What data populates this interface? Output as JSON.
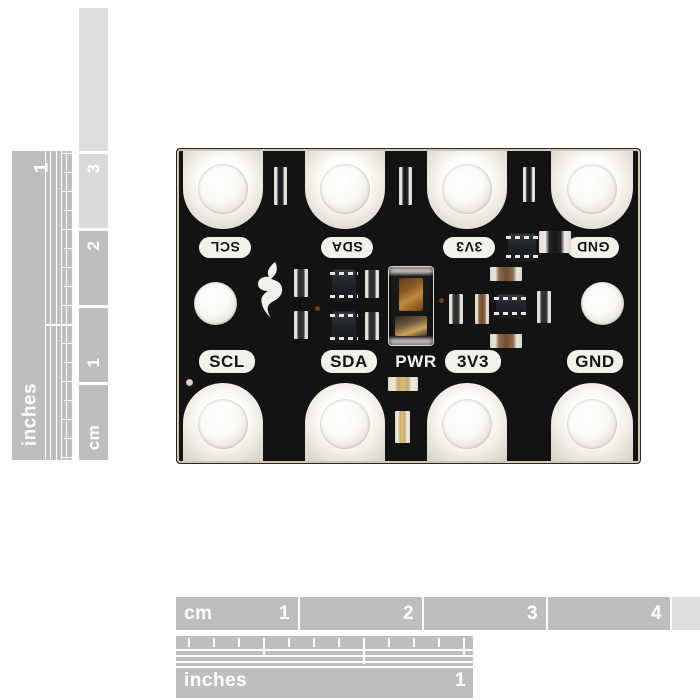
{
  "page": {
    "background_color": "#ffffff",
    "subject": "SparkFun micro:bit sewable breakout board with optical sensor"
  },
  "rulers": {
    "colors": {
      "segment_dark": "#bebebe",
      "segment_light": "#d9d9d9",
      "segment_lighter": "#e2e2e2",
      "tick": "#ffffff",
      "label": "#ffffff"
    },
    "vertical": {
      "inches": {
        "unit_label": "inches",
        "marks": [
          "1"
        ]
      },
      "cm": {
        "unit_label": "cm",
        "marks": [
          "1",
          "2",
          "3"
        ]
      }
    },
    "horizontal": {
      "cm": {
        "unit_label": "cm",
        "marks": [
          "1",
          "2",
          "3",
          "4"
        ]
      },
      "inches": {
        "unit_label": "inches",
        "marks": [
          "1"
        ]
      }
    }
  },
  "board": {
    "substrate_color": "#131313",
    "edge_color": "#cfc7ae",
    "pad_color": "#e8e5dc",
    "silkscreen_color": "#f2f1ec",
    "logo_name": "sparkfun-flame-logo",
    "top_labels": [
      {
        "id": "scl",
        "text": "SCL"
      },
      {
        "id": "sda",
        "text": "SDA"
      },
      {
        "id": "3v3",
        "text": "3V3"
      },
      {
        "id": "gnd",
        "text": "GND"
      }
    ],
    "bottom_labels": [
      {
        "id": "scl",
        "text": "SCL"
      },
      {
        "id": "sda",
        "text": "SDA"
      },
      {
        "id": "3v3",
        "text": "3V3"
      },
      {
        "id": "gnd",
        "text": "GND"
      }
    ],
    "power_label": "PWR",
    "sensor_name": "optical-sensor-package"
  }
}
